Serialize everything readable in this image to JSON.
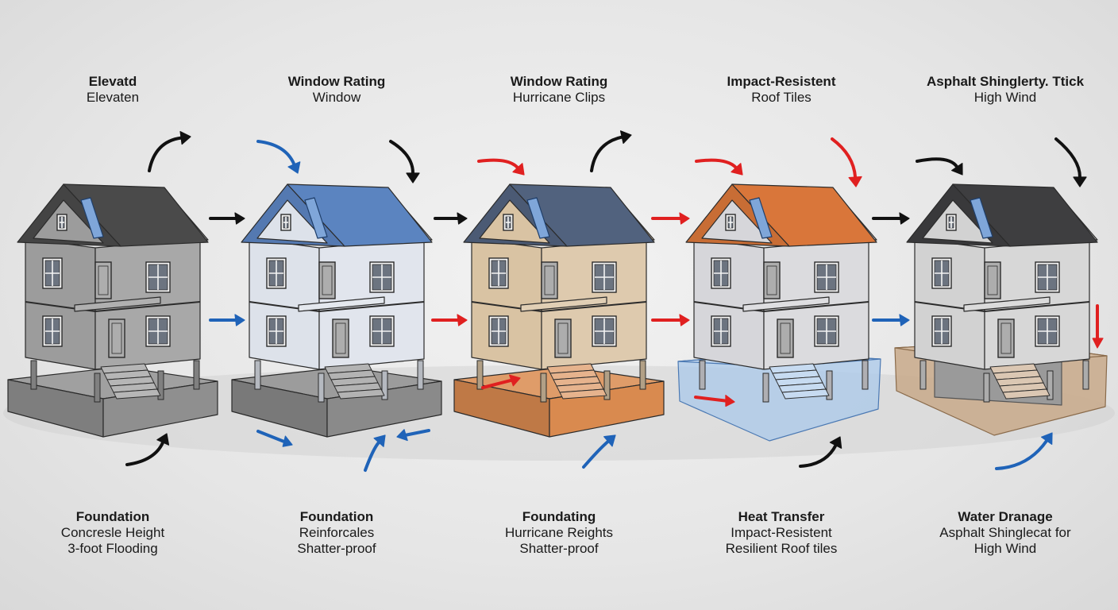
{
  "stages": [
    {
      "top_title": "Elevatd",
      "top_sub": "Elevaten",
      "bottom_title": "Foundation",
      "bottom_lines": [
        "Concresle Height",
        "3-foot Flooding"
      ],
      "roof_color": "#4a4a4a",
      "wall_color": "#9c9c9c",
      "base_color": "#8f8f8f",
      "arrow_color": "#111111"
    },
    {
      "top_title": "Window Rating",
      "top_sub": "Window",
      "bottom_title": "Foundation",
      "bottom_lines": [
        "Reinforcales",
        "Shatter-proof"
      ],
      "roof_color": "#5b84c0",
      "wall_color": "#dde2ea",
      "base_color": "#8a8a8a",
      "arrow_color": "#1f63b8"
    },
    {
      "top_title": "Window Rating",
      "top_sub": "Hurricane Clips",
      "bottom_title": "Foundating",
      "bottom_lines": [
        "Hurricane Reights",
        "Shatter-proof"
      ],
      "roof_color": "#51627e",
      "wall_color": "#d9c3a3",
      "base_color": "#d98a4f",
      "arrow_color": "#e02020"
    },
    {
      "top_title": "Impact-Resistent",
      "top_sub": "Roof Tiles",
      "bottom_title": "Heat Transfer",
      "bottom_lines": [
        "Impact-Resistent",
        "Resilient Roof tiles"
      ],
      "roof_color": "#d9763a",
      "wall_color": "#d6d6da",
      "base_color": "#a9c8ea",
      "arrow_color": "#e02020"
    },
    {
      "top_title": "Asphalt Shinglerty. Ttick",
      "top_sub": "High Wind",
      "bottom_title": "Water Dranage",
      "bottom_lines": [
        "Asphalt Shinglecat for",
        "High Wind"
      ],
      "roof_color": "#3e3e40",
      "wall_color": "#d2d2d2",
      "base_color": "#c8a98a",
      "arrow_color": "#1f63b8"
    }
  ]
}
